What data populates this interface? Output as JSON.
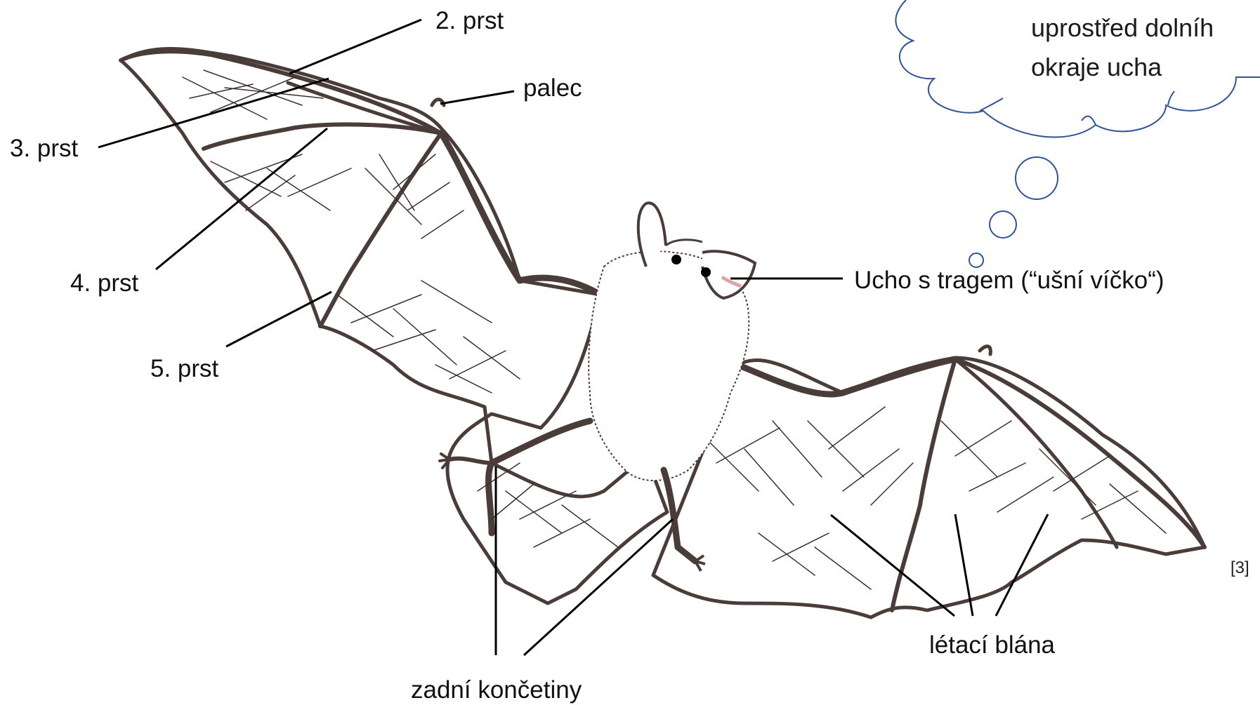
{
  "labels": {
    "finger2": "2. prst",
    "thumb": "palec",
    "finger3": "3. prst",
    "finger4": "4. prst",
    "finger5": "5. prst",
    "ear": "Ucho s tragem (“ušní víčko“)",
    "membrane": "létací blána",
    "hindlimbs": "zadní končetiny",
    "citation": "[3]"
  },
  "thought_bubble": {
    "line1": "uprostřed dolníh",
    "line2": "okraje ucha"
  },
  "colors": {
    "outline": "#4a3c38",
    "bubble": "#2f5496",
    "leader": "#000000",
    "ear_pink": "#d9a7a7"
  }
}
